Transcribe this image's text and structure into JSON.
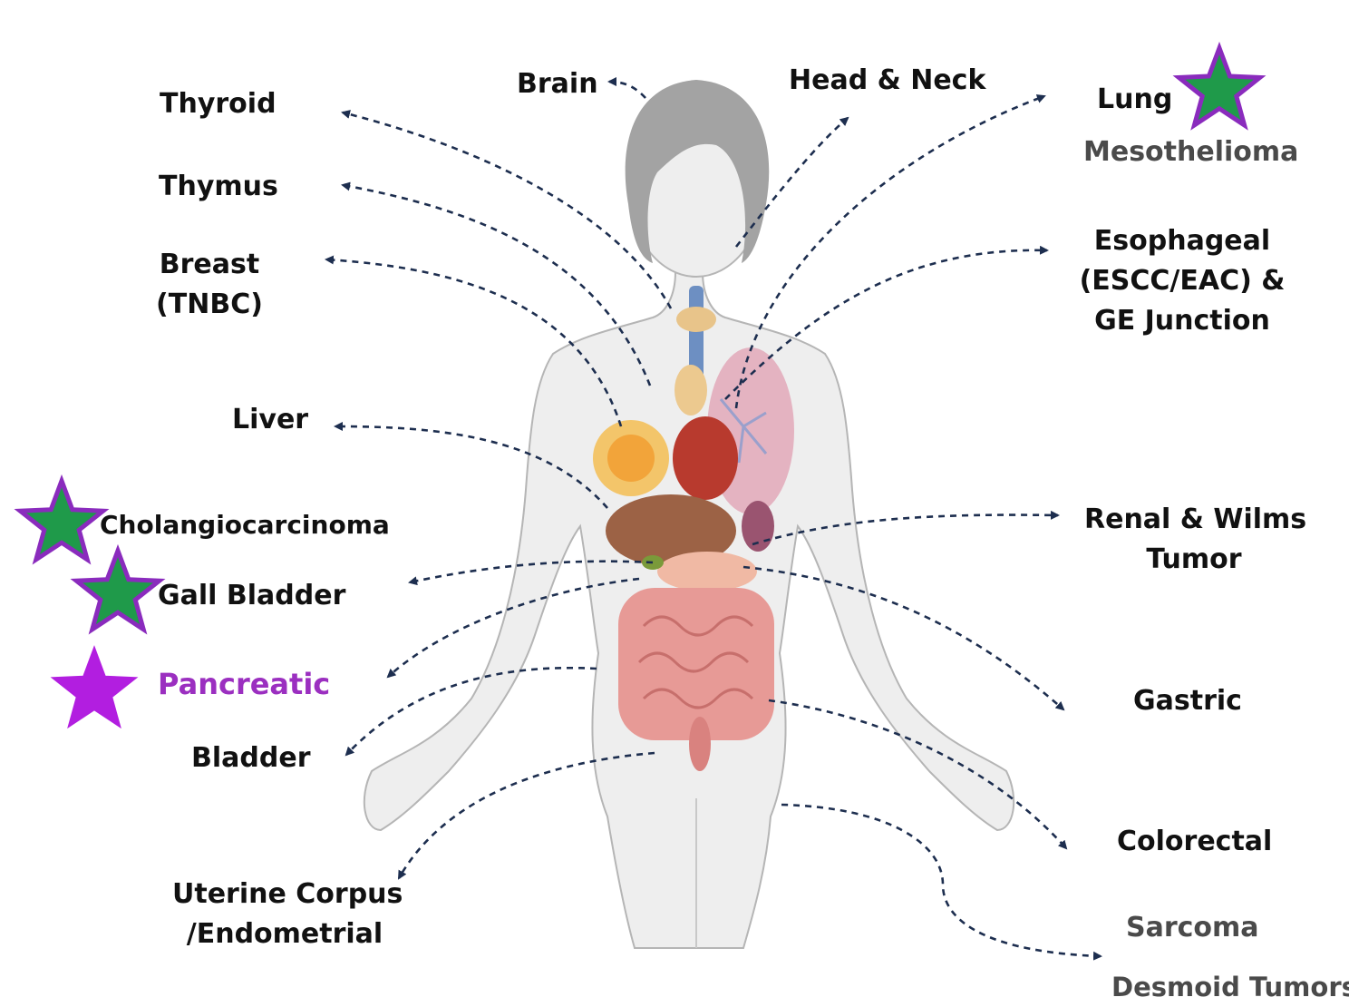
{
  "labels": {
    "thyroid": "Thyroid",
    "thymus": "Thymus",
    "breast_1": "Breast",
    "breast_2": "(TNBC)",
    "liver": "Liver",
    "cholangiocarcinoma": "Cholangiocarcinoma",
    "gall_bladder": "Gall Bladder",
    "pancreatic": "Pancreatic",
    "bladder": "Bladder",
    "uterine_1": "Uterine Corpus",
    "uterine_2": "/Endometrial",
    "brain": "Brain",
    "head_neck": "Head & Neck",
    "lung": "Lung",
    "mesothelioma": "Mesothelioma",
    "esophageal_1": "Esophageal",
    "esophageal_2": "(ESCC/EAC) &",
    "esophageal_3": "GE Junction",
    "renal_1": "Renal & Wilms",
    "renal_2": "Tumor",
    "gastric": "Gastric",
    "colorectal": "Colorectal",
    "sarcoma": "Sarcoma",
    "desmoid": "Desmoid Tumors"
  },
  "colors": {
    "label_text": "#111111",
    "secondary_text": "#4a4a4a",
    "pancreatic_text": "#9b2fc0",
    "star_green": "#1f9a4a",
    "star_border": "#8a2bbd",
    "star_purple": "#b21ee0",
    "arrow": "#1d2e4f",
    "body_fill": "#eeeeee",
    "body_outline": "#b5b5b5",
    "hair": "#a3a3a3"
  },
  "icons": {
    "star_markers": [
      "green-star-icon",
      "purple-star-icon"
    ]
  }
}
